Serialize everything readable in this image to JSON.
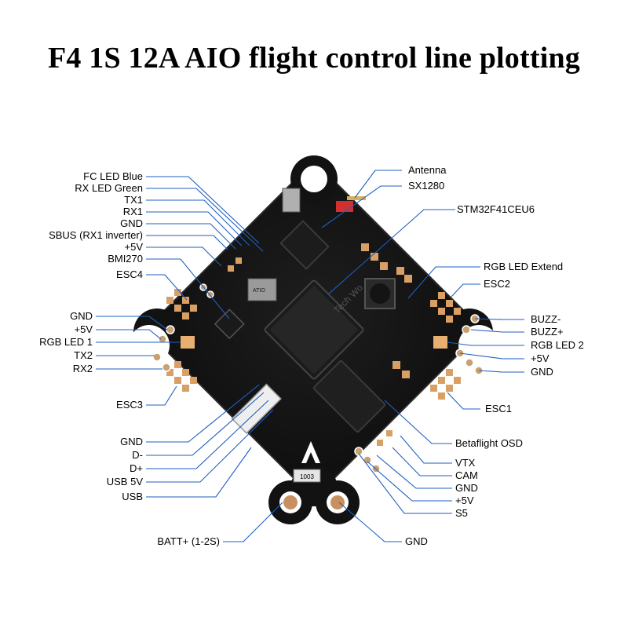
{
  "title": "F4 1S 12A AIO flight control line plotting",
  "board_text": {
    "watermark": "Tech Wo",
    "chip_mark_1": "ATIO",
    "chip_mark_2": "1003"
  },
  "colors": {
    "leader_line": "#1f5fbf",
    "board": "#151515",
    "pad": "#d9a066",
    "chip": "#222222"
  },
  "labels_left": [
    {
      "id": "fc-led-blue",
      "text": "FC LED Blue"
    },
    {
      "id": "rx-led-green",
      "text": "RX LED Green"
    },
    {
      "id": "tx1",
      "text": "TX1"
    },
    {
      "id": "rx1",
      "text": "RX1"
    },
    {
      "id": "gnd-1",
      "text": "GND"
    },
    {
      "id": "sbus",
      "text": "SBUS (RX1 inverter)"
    },
    {
      "id": "plus5v-1",
      "text": "+5V"
    },
    {
      "id": "bmi270",
      "text": "BMI270"
    },
    {
      "id": "esc4",
      "text": "ESC4"
    },
    {
      "id": "gnd-2",
      "text": "GND"
    },
    {
      "id": "plus5v-2",
      "text": "+5V"
    },
    {
      "id": "rgb-led-1",
      "text": "RGB LED 1"
    },
    {
      "id": "tx2",
      "text": "TX2"
    },
    {
      "id": "rx2",
      "text": "RX2"
    },
    {
      "id": "esc3",
      "text": "ESC3"
    },
    {
      "id": "gnd-3",
      "text": "GND"
    },
    {
      "id": "d-minus",
      "text": "D-"
    },
    {
      "id": "d-plus",
      "text": "D+"
    },
    {
      "id": "usb-5v",
      "text": "USB 5V"
    },
    {
      "id": "usb",
      "text": "USB"
    },
    {
      "id": "batt-plus",
      "text": "BATT+ (1-2S)"
    }
  ],
  "labels_right": [
    {
      "id": "antenna",
      "text": "Antenna"
    },
    {
      "id": "sx1280",
      "text": "SX1280"
    },
    {
      "id": "stm32",
      "text": "STM32F41CEU6"
    },
    {
      "id": "rgb-led-extend",
      "text": "RGB LED Extend"
    },
    {
      "id": "esc2",
      "text": "ESC2"
    },
    {
      "id": "buzz-minus",
      "text": "BUZZ-"
    },
    {
      "id": "buzz-plus",
      "text": "BUZZ+"
    },
    {
      "id": "rgb-led-2",
      "text": "RGB LED 2"
    },
    {
      "id": "plus5v-3",
      "text": "+5V"
    },
    {
      "id": "gnd-4",
      "text": "GND"
    },
    {
      "id": "esc1",
      "text": "ESC1"
    },
    {
      "id": "betaflight-osd",
      "text": "Betaflight OSD"
    },
    {
      "id": "vtx",
      "text": "VTX"
    },
    {
      "id": "cam",
      "text": "CAM"
    },
    {
      "id": "gnd-5",
      "text": "GND"
    },
    {
      "id": "plus5v-4",
      "text": "+5V"
    },
    {
      "id": "s5",
      "text": "S5"
    },
    {
      "id": "gnd-6",
      "text": "GND"
    }
  ]
}
